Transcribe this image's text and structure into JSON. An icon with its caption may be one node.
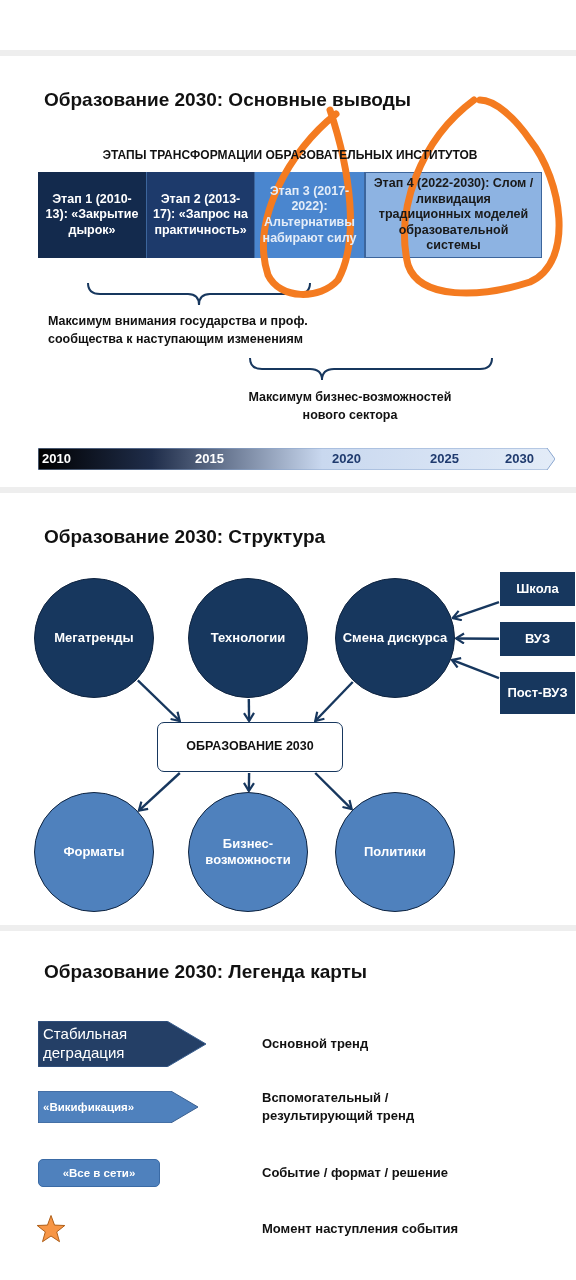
{
  "diagram": {
    "nodes": [
      {
        "text": [
          "Этап 1 (2010-13): «Закрытие дырок»"
        ]
      },
      {
        "text": [
          "Этап 2 (2013-17): «Запрос на практичность»"
        ]
      },
      {
        "text": [
          "Этап 3 (2017-2022): Альтернативы набирают силу"
        ]
      },
      {
        "text": [
          "Этап 4 (2022-2030): Слом / ликвидация традиционных моделей образовательной системы"
        ]
      },
      {
        "text": [
          "2010",
          "2015",
          "2020",
          "2025",
          "2030"
        ]
      },
      {
        "text": [
          "Мегатренды"
        ]
      },
      {
        "text": [
          "Технологии"
        ]
      },
      {
        "text": [
          "Смена дискурса"
        ]
      },
      {
        "text": [
          "Школа"
        ]
      },
      {
        "text": [
          "ВУЗ"
        ]
      },
      {
        "text": [
          "Пост-ВУЗ"
        ]
      },
      {
        "text": [
          "ОБРАЗОВАНИЕ 2030"
        ]
      },
      {
        "text": [
          "Форматы"
        ]
      },
      {
        "text": [
          "Бизнес-возможности"
        ]
      },
      {
        "text": [
          "Политики"
        ]
      }
    ],
    "edges": [
      {
        "from": 8,
        "to": 7,
        "arrow": "to"
      },
      {
        "from": 9,
        "to": 7,
        "arrow": "to"
      },
      {
        "from": 10,
        "to": 7,
        "arrow": "to"
      },
      {
        "from": 5,
        "to": 11,
        "arrow": "to"
      },
      {
        "from": 6,
        "to": 11,
        "arrow": "to"
      },
      {
        "from": 7,
        "to": 11,
        "arrow": "to"
      },
      {
        "from": 11,
        "to": 12,
        "arrow": "to"
      },
      {
        "from": 11,
        "to": 13,
        "arrow": "to"
      },
      {
        "from": 11,
        "to": 14,
        "arrow": "to"
      }
    ],
    "labels": [
      "Образование 2030: Основные выводы",
      "ЭТАПЫ ТРАНСФОРМАЦИИ ОБРАЗОВАТЕЛЬНЫХ ИНСТИТУТОВ",
      "Максимум внимания государства и проф. сообщества к наступающим изменениям",
      "Максимум бизнес-возможностей нового сектора",
      "Образование 2030: Структура",
      "Образование 2030: Легенда карты",
      "Стабильная деградация",
      "«Викификация»",
      "«Все в сети»"
    ],
    "legend": [
      {
        "text": "Основной тренд"
      },
      {
        "text": "Вспомогательный / результирующий тренд"
      },
      {
        "text": "Событие / формат / решение"
      },
      {
        "text": "Момент наступления события"
      }
    ]
  }
}
